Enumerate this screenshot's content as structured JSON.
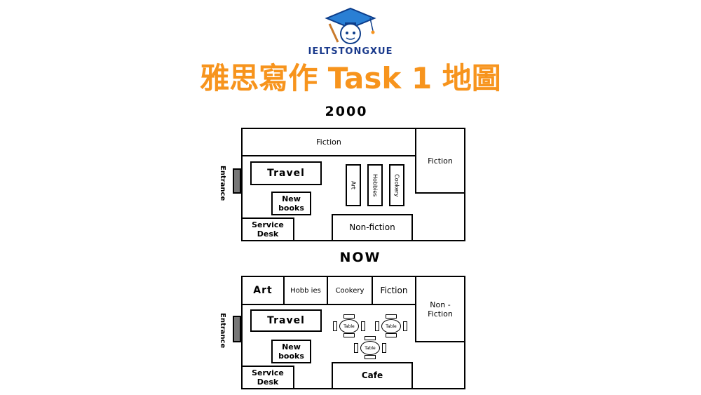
{
  "header": {
    "brand": "IELTSTONGXUE",
    "title": "雅思寫作 Task 1 地圖"
  },
  "map_2000": {
    "label": "2000",
    "entrance": "Entrance",
    "rooms": {
      "fiction_top": "Fiction",
      "fiction_right": "Fiction",
      "travel": "Travel",
      "new_books": "New books",
      "art": "Art",
      "hobbies": "Hobbies",
      "cookery": "Cookery",
      "service_desk": "Service Desk",
      "non_fiction": "Non-fiction"
    }
  },
  "map_now": {
    "label": "NOW",
    "entrance": "Entrance",
    "rooms": {
      "art": "Art",
      "hobbies": "Hobb ies",
      "cookery": "Cookery",
      "fiction": "Fiction",
      "non_fiction": "Non - Fiction",
      "travel": "Travel",
      "new_books": "New books",
      "service_desk": "Service Desk",
      "cafe": "Cafe"
    },
    "table_label": "Table"
  }
}
